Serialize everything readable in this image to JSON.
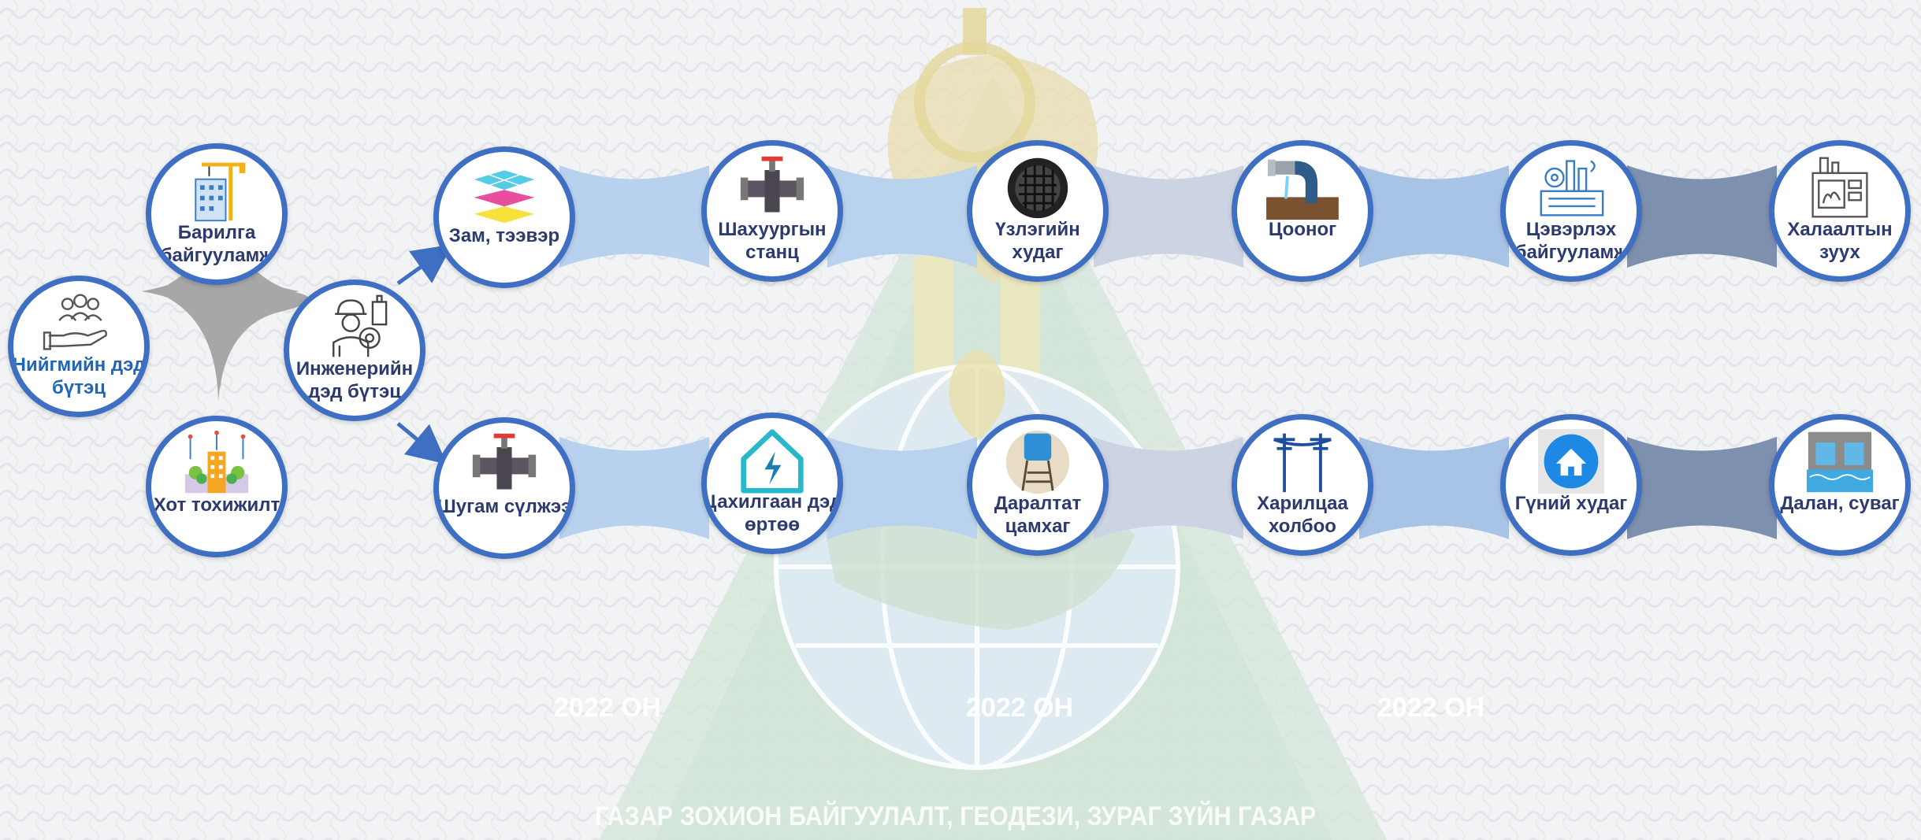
{
  "colors": {
    "ring": "#3f6fc2",
    "label_dark": "#2c3a6e",
    "label_blue": "#1f67b5",
    "band_light": "#b9d3ee",
    "band_gray": "#cfd6e4",
    "band_mid": "#a9c6e8",
    "band_dark": "#7f93b1",
    "star_gray": "#a5a5a5",
    "arrow": "#3f6fc2"
  },
  "left_group": {
    "social": {
      "label": "Нийгмийн дэд бүтэц",
      "icon": "hand-people-icon"
    },
    "construction": {
      "label": "Барилга байгууламж",
      "icon": "crane-building-icon"
    },
    "urban": {
      "label": "Хот тохижилт",
      "icon": "city-trees-icon"
    },
    "engineering": {
      "label": "Инженерийн дэд бүтэц",
      "icon": "engineer-gear-icon"
    }
  },
  "top_row": [
    {
      "label": "Зам, тээвэр",
      "icon": "layers-icon"
    },
    {
      "label": "Шахуургын станц",
      "icon": "pipe-valve-icon"
    },
    {
      "label": "Үзлэгийн худаг",
      "icon": "manhole-icon"
    },
    {
      "label": "Цооног",
      "icon": "well-pipe-icon"
    },
    {
      "label": "Цэвэрлэх байгууламж",
      "icon": "treatment-plant-icon"
    },
    {
      "label": "Халаалтын зуух",
      "icon": "boiler-icon"
    }
  ],
  "bottom_row": [
    {
      "label": "Шугам сүлжээ",
      "icon": "pipe-valve-icon"
    },
    {
      "label": "Цахилгаан дэд өртөө",
      "icon": "electric-house-icon"
    },
    {
      "label": "Даралтат цамхаг",
      "icon": "water-tower-icon"
    },
    {
      "label": "Харилцаа холбоо",
      "icon": "power-pylon-icon"
    },
    {
      "label": "Гүний худаг",
      "icon": "home-circle-icon"
    },
    {
      "label": "Далан, суваг",
      "icon": "dam-icon"
    }
  ],
  "overlay": {
    "year_1": "2022 ОН",
    "year_2": "2022 ОН",
    "year_3": "2022 ОН",
    "footer": "ГАЗАР ЗОХИОН БАЙГУУЛАЛТ, ГЕОДЕЗИ, ЗУРАГ ЗҮЙН ГАЗАР"
  }
}
